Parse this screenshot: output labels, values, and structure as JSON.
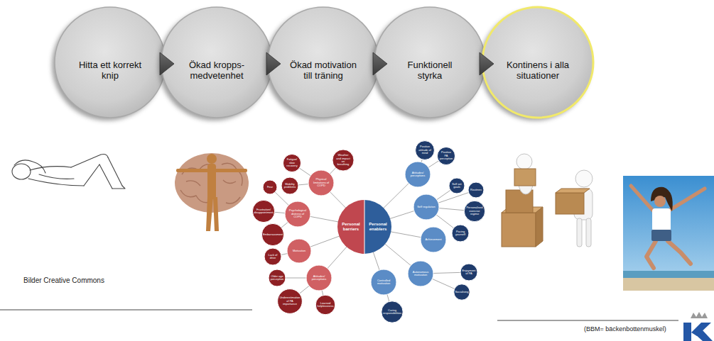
{
  "diagram": {
    "nodes": [
      {
        "text": [
          "Hitta ett korrekt knip"
        ]
      },
      {
        "text": [
          "Ökad kropps- medvetenhet"
        ]
      },
      {
        "text": [
          "Ökad motivation till träning"
        ]
      },
      {
        "text": [
          "Funktionell styrka"
        ]
      },
      {
        "text": [
          "Kontinens i alla situationer"
        ]
      }
    ],
    "edges": [
      {
        "from": 0,
        "to": 1,
        "arrow": "to"
      },
      {
        "from": 1,
        "to": 2,
        "arrow": "to"
      },
      {
        "from": 2,
        "to": 3,
        "arrow": "to"
      },
      {
        "from": 3,
        "to": 4,
        "arrow": "to"
      }
    ],
    "labels": [
      "Personal barriers",
      "Personal enablers",
      "Physical limitations of COPD",
      "Psychological distress of COPD",
      "Motivation",
      "Attitudes/ perceptions",
      "Fatigue/ slow recovery",
      "Weather and impact on breathing",
      "Mobility problems",
      "Fear",
      "Frustration/ disappointment",
      "Embarrassment",
      "Lack of drive",
      "Older age perception",
      "Underestimation of PA importance",
      "Learned helplessness",
      "Attitudes/ perceptions",
      "Self regulation",
      "Achievement",
      "Autonomous motivation",
      "Controlled motivation",
      "Positive attitude of mind",
      "Positive PA perception",
      "Self set goals",
      "Routines",
      "Personalised exercise regime",
      "Pacing yourself",
      "Enjoyment of PA",
      "Socialising",
      "Caring responsibilities",
      "Bilder Creative Commons",
      "(BBM= bäckenbottenmuskel)"
    ]
  }
}
